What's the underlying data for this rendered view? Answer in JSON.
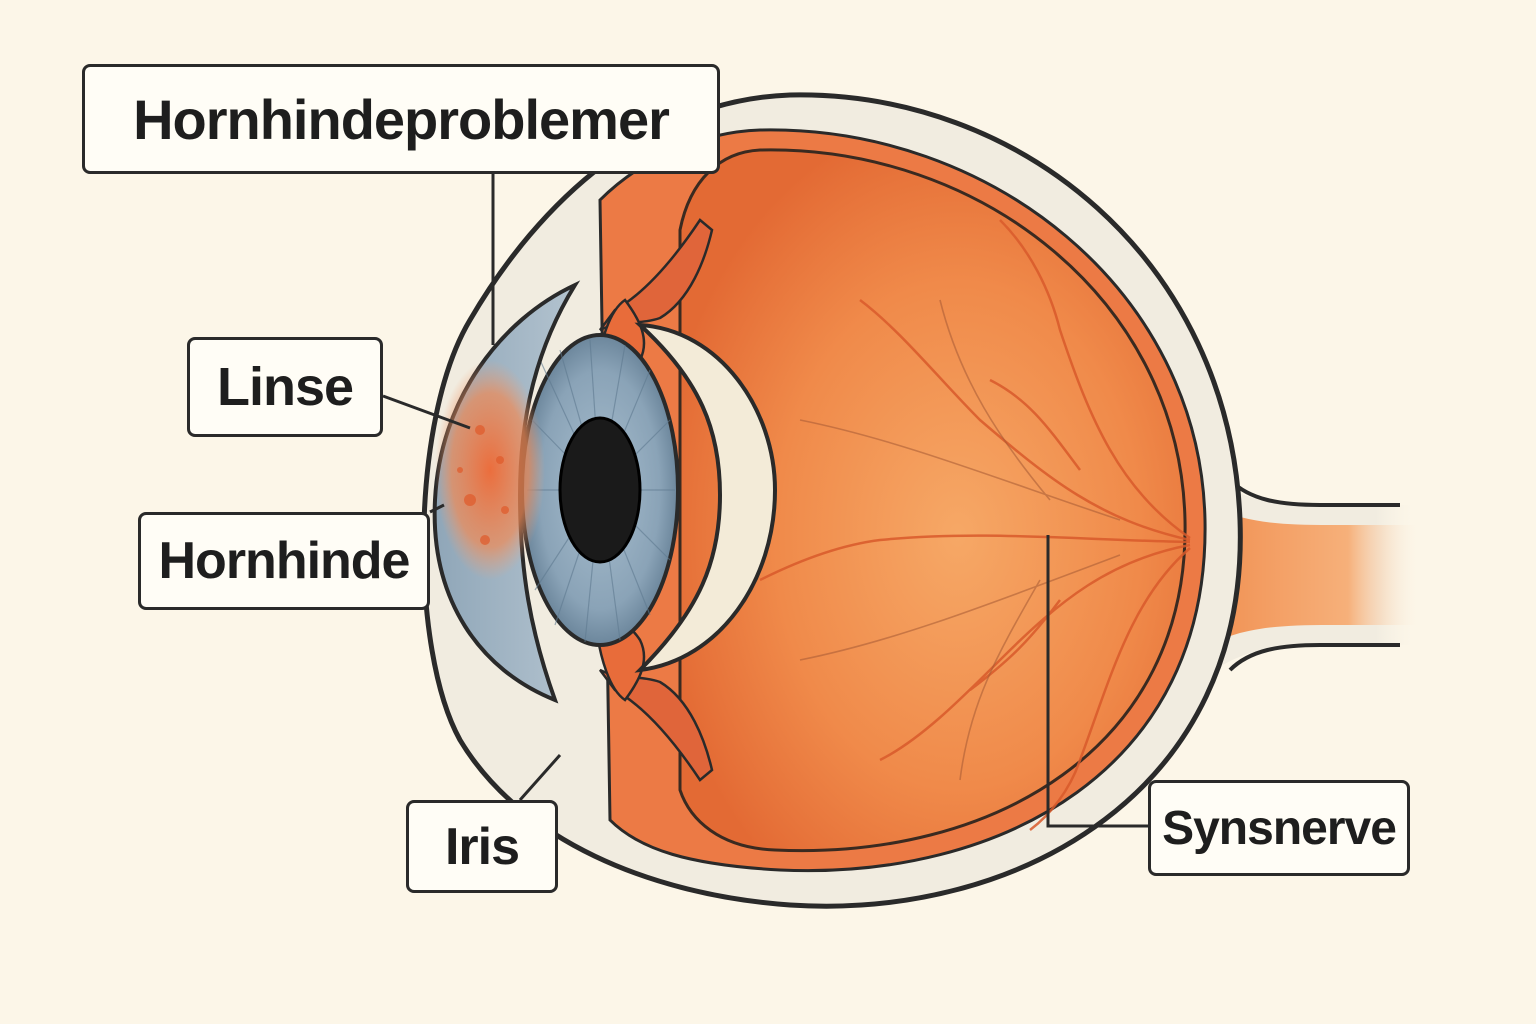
{
  "labels": {
    "corneal_problems": "Hornhindeproblemer",
    "lens": "Linse",
    "cornea": "Hornhinde",
    "iris": "Iris",
    "optic_nerve": "Synsnerve"
  },
  "colors": {
    "background": "#fcf6e8",
    "sclera": "#f1ece0",
    "interior": "#f08a4a",
    "iris": "#7f98ad",
    "pupil": "#1a1a1a",
    "lens": "#f3ebd8",
    "inflamed_spot": "#ee7440",
    "outline": "#2a2a2a"
  }
}
